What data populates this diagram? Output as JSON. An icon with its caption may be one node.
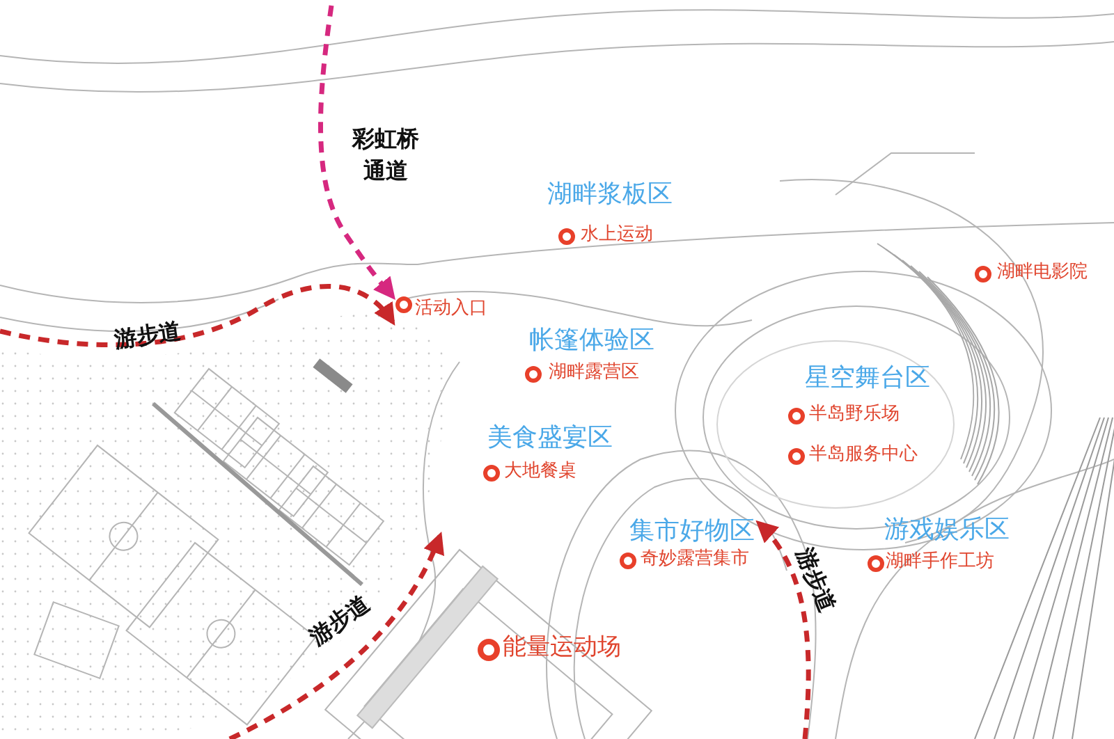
{
  "diagram": {
    "nodes": [
      {
        "text": [
          "活动入口"
        ]
      },
      {
        "text": [
          "集市好物区"
        ]
      }
    ],
    "edges": [
      {
        "from": null,
        "to": 0,
        "arrow": "to",
        "style": "dashed",
        "color": "#d6287f"
      },
      {
        "from": null,
        "to": 0,
        "arrow": "to",
        "style": "dashed"
      },
      {
        "from": null,
        "to": 1,
        "arrow": "to",
        "style": "dashed"
      }
    ],
    "labels": [
      "彩虹桥通道",
      "湖畔浆板区",
      "水上运动",
      "湖畔电影院",
      "游步道",
      "帐篷体验区",
      "湖畔露营区",
      "星空舞台区",
      "半岛野乐场",
      "美食盛宴区",
      "半岛服务中心",
      "大地餐桌",
      "游戏娱乐区",
      "奇妙露营集市",
      "湖畔手作工坊",
      "游步道",
      "游步道",
      "能量运动场"
    ]
  }
}
